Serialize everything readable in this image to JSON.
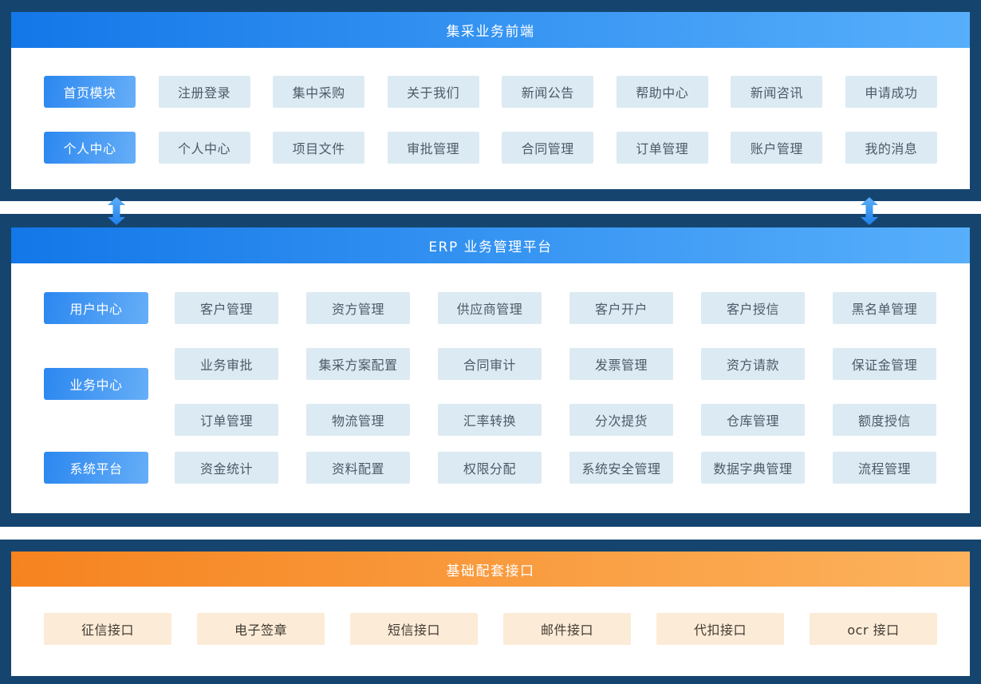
{
  "frontend": {
    "title": "集采业务前端",
    "nav_rows": [
      [
        "首页模块",
        "注册登录",
        "集中采购",
        "关于我们",
        "新闻公告",
        "帮助中心",
        "新闻咨讯",
        "申请成功"
      ],
      [
        "个人中心",
        "个人中心",
        "项目文件",
        "审批管理",
        "合同管理",
        "订单管理",
        "账户管理",
        "我的消息"
      ]
    ]
  },
  "erp": {
    "title": "ERP 业务管理平台",
    "categories": [
      "用户中心",
      "业务中心",
      "系统平台"
    ],
    "grid": [
      [
        "客户管理",
        "资方管理",
        "供应商管理",
        "客户开户",
        "客户授信",
        "黑名单管理"
      ],
      [
        "业务审批",
        "集采方案配置",
        "合同审计",
        "发票管理",
        "资方请款",
        "保证金管理"
      ],
      [
        "订单管理",
        "物流管理",
        "汇率转换",
        "分次提货",
        "仓库管理",
        "额度授信"
      ],
      [
        "资金统计",
        "资料配置",
        "权限分配",
        "系统安全管理",
        "数据字典管理",
        "流程管理"
      ]
    ]
  },
  "interfaces": {
    "title": "基础配套接口",
    "items": [
      "征信接口",
      "电子签章",
      "短信接口",
      "邮件接口",
      "代扣接口",
      "ocr 接口"
    ]
  },
  "icons": {
    "connector": "double-vertical-arrow"
  },
  "colors": {
    "navy": "#15456f",
    "blue_header_start": "#1377e8",
    "blue_header_end": "#57affb",
    "blue_btn_start": "#2b87f0",
    "blue_btn_end": "#66aef7",
    "light_blue": "#dceaf3",
    "light_blue_text": "#4b5a67",
    "orange_header_start": "#f6831f",
    "orange_header_end": "#fcb25d",
    "light_orange": "#fcebd7",
    "light_orange_text": "#413a31",
    "arrow_start": "#5caef8",
    "arrow_end": "#1e80ea"
  }
}
